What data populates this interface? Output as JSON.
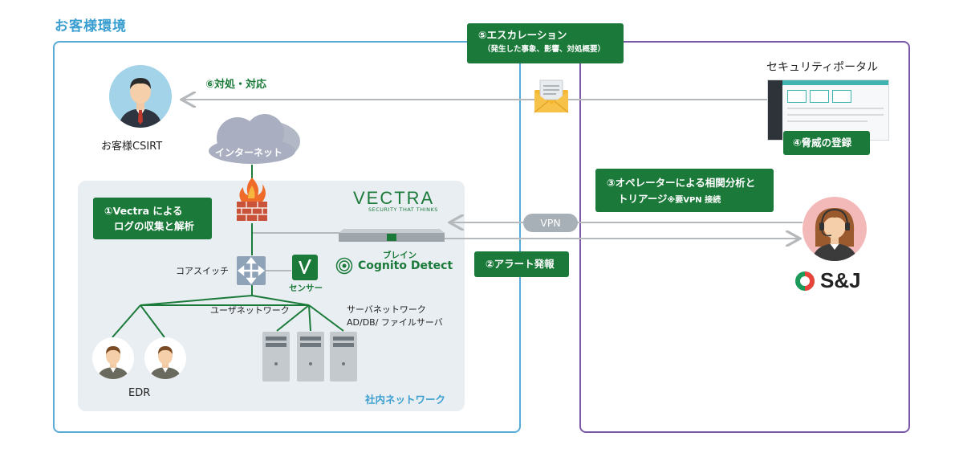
{
  "customer_env": {
    "title": "お客様環境"
  },
  "internal_network": {
    "label": "社内ネットワーク"
  },
  "escalation": {
    "line1": "⑤エスカレーション",
    "line2": "（発生した事象、影響、対処概要）"
  },
  "security_portal": {
    "label": "セキュリティポータル"
  },
  "response": {
    "label": "⑥対処・対応"
  },
  "csirt": {
    "label": "お客様CSIRT"
  },
  "internet": {
    "label": "インターネット"
  },
  "threat_registration": {
    "label": "④脅威の登録"
  },
  "operator_analysis": {
    "line1": "③オペレーターによる相関分析と",
    "line2": "トリアージ",
    "note": "※要VPN 接続"
  },
  "vectra_collection": {
    "line1": "①Vectra による",
    "line2": "ログの収集と解析"
  },
  "vectra_logo": {
    "name": "VECTRA",
    "tagline": "SECURITY THAT THINKS"
  },
  "vpn": {
    "label": "VPN"
  },
  "brain": {
    "label": "ブレイン",
    "product": "Cognito Detect"
  },
  "alert": {
    "label": "②アラート発報"
  },
  "core_switch": {
    "label": "コアスイッチ"
  },
  "sensor": {
    "label": "センサー"
  },
  "user_network": {
    "label": "ユーザネットワーク"
  },
  "server_network": {
    "line1": "サーバネットワーク",
    "line2": "AD/DB/ ファイルサーバ"
  },
  "edr": {
    "label": "EDR"
  },
  "sj_logo": {
    "label": "S&J"
  },
  "colors": {
    "green": "#1b7a3a",
    "blue": "#5aaad7",
    "purple": "#7b59a8",
    "gray_line": "#b5b9bc"
  }
}
